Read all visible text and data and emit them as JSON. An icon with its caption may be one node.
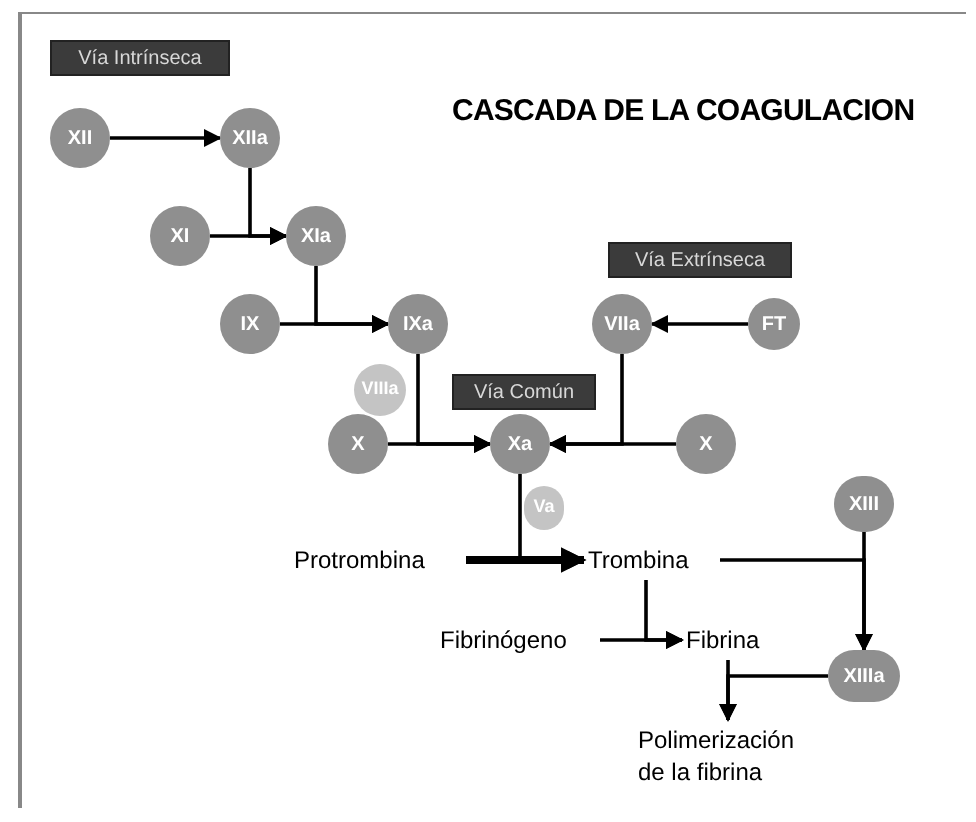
{
  "diagram": {
    "title": "CASCADA DE LA COAGULACION",
    "nodes": [
      {
        "text": [
          "Vía Intrínseca"
        ]
      },
      {
        "text": [
          "XII"
        ]
      },
      {
        "text": [
          "XIIa"
        ]
      },
      {
        "text": [
          "XI"
        ]
      },
      {
        "text": [
          "XIa"
        ]
      },
      {
        "text": [
          "IX"
        ]
      },
      {
        "text": [
          "IXa"
        ]
      },
      {
        "text": [
          "Vía Extrínseca"
        ]
      },
      {
        "text": [
          "VIIa"
        ]
      },
      {
        "text": [
          "FT"
        ]
      },
      {
        "text": [
          "VIIIa"
        ]
      },
      {
        "text": [
          "Vía Común"
        ]
      },
      {
        "text": [
          "X"
        ]
      },
      {
        "text": [
          "Xa"
        ]
      },
      {
        "text": [
          "X"
        ]
      },
      {
        "text": [
          "Va"
        ]
      },
      {
        "text": [
          "XIII"
        ]
      },
      {
        "text": [
          "Protrombina"
        ]
      },
      {
        "text": [
          "Trombina"
        ]
      },
      {
        "text": [
          "Fibrinógeno"
        ]
      },
      {
        "text": [
          "Fibrina"
        ]
      },
      {
        "text": [
          "XIIIa"
        ]
      },
      {
        "text": [
          "Polimerización de la fibrina"
        ]
      }
    ],
    "edges": [
      {
        "from": 1,
        "to": 2,
        "arrow": "to"
      },
      {
        "from": 2,
        "to": 4,
        "arrow": "to"
      },
      {
        "from": 3,
        "to": 4,
        "arrow": "to"
      },
      {
        "from": 4,
        "to": 6,
        "arrow": "to"
      },
      {
        "from": 5,
        "to": 6,
        "arrow": "to"
      },
      {
        "from": 9,
        "to": 8,
        "arrow": "to"
      },
      {
        "from": 6,
        "to": 13,
        "arrow": "to"
      },
      {
        "from": 12,
        "to": 13,
        "arrow": "to"
      },
      {
        "from": 8,
        "to": 13,
        "arrow": "to"
      },
      {
        "from": 14,
        "to": 13,
        "arrow": "to"
      },
      {
        "from": 13,
        "to": 18,
        "arrow": "to"
      },
      {
        "from": 17,
        "to": 18,
        "arrow": "to",
        "style": "thick"
      },
      {
        "from": 18,
        "to": 20,
        "arrow": "to"
      },
      {
        "from": 19,
        "to": 20,
        "arrow": "to"
      },
      {
        "from": 18,
        "to": 21,
        "arrow": "to"
      },
      {
        "from": 16,
        "to": 21,
        "arrow": "to"
      },
      {
        "from": 20,
        "to": 22,
        "arrow": "to"
      },
      {
        "from": 21,
        "to": 22,
        "arrow": "to"
      }
    ]
  }
}
